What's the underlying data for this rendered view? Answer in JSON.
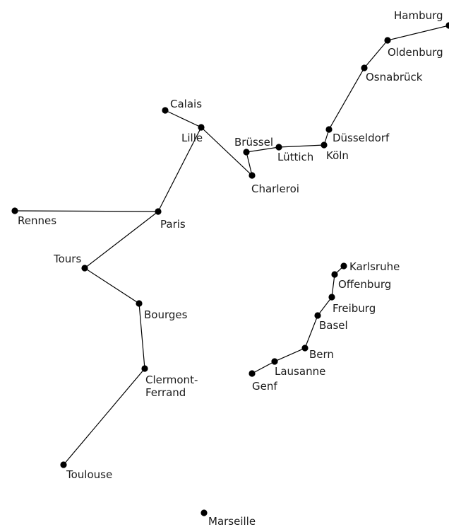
{
  "map": {
    "cities": {
      "hamburg": "Hamburg",
      "oldenburg": "Oldenburg",
      "osnabrueck": "Osnabrück",
      "calais": "Calais",
      "lille": "Lille",
      "duesseldorf": "Düsseldorf",
      "bruessel": "Brüssel",
      "luettich": "Lüttich",
      "koeln": "Köln",
      "charleroi": "Charleroi",
      "rennes": "Rennes",
      "paris": "Paris",
      "tours": "Tours",
      "karlsruhe": "Karlsruhe",
      "offenburg": "Offenburg",
      "freiburg": "Freiburg",
      "bourges": "Bourges",
      "basel": "Basel",
      "bern": "Bern",
      "lausanne": "Lausanne",
      "genf": "Genf",
      "clermont_ferrand_line1": "Clermont-",
      "clermont_ferrand_line2": "Ferrand",
      "toulouse": "Toulouse",
      "marseille": "Marseille"
    },
    "colors": {
      "line": "#000000",
      "dot": "#000000",
      "label": "#1a1a1a",
      "background": "#ffffff"
    }
  }
}
